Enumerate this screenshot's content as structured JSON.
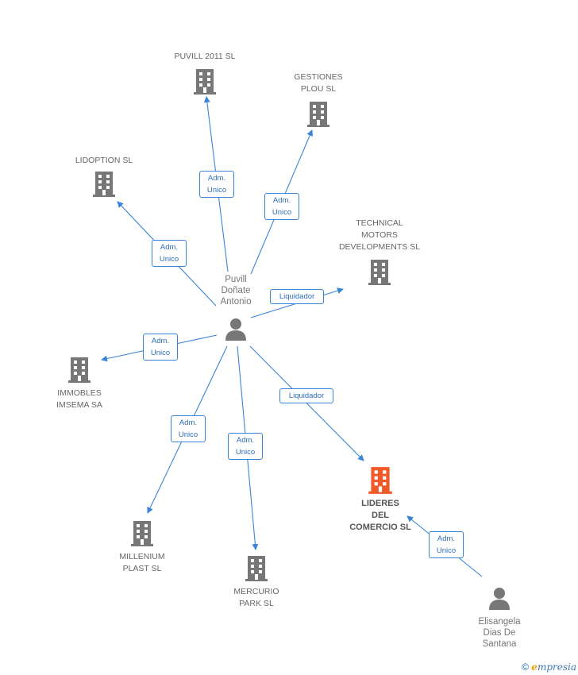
{
  "persons": {
    "puvill": "Puvill\nDoñate\nAntonio",
    "elisangela": "Elisangela\nDias De\nSantana"
  },
  "companies": {
    "puvill2011": "PUVILL 2011  SL",
    "gestiones": "GESTIONES\nPLOU SL",
    "lidoption": "LIDOPTION SL",
    "technical": "TECHNICAL\nMOTORS\nDEVELOPMENTS SL",
    "immobles": "IMMOBLES\nIMSEMA SA",
    "lideres": "LIDERES\nDEL\nCOMERCIO  SL",
    "millenium": "MILLENIUM\nPLAST SL",
    "mercurio": "MERCURIO\nPARK SL"
  },
  "relations": {
    "r1": "Adm.\nUnico",
    "r2": "Adm.\nUnico",
    "r3": "Adm.\nUnico",
    "r4": "Liquidador",
    "r5": "Adm.\nUnico",
    "r6": "Liquidador",
    "r7": "Adm.\nUnico",
    "r8": "Adm.\nUnico",
    "r9": "Adm.\nUnico"
  },
  "colors": {
    "line": "#3a85d6",
    "building": "#777777",
    "building_main": "#f05a28",
    "person": "#777777"
  },
  "footer": {
    "copyright": "©",
    "brand_e": "e",
    "brand_rest": "mpresia"
  }
}
